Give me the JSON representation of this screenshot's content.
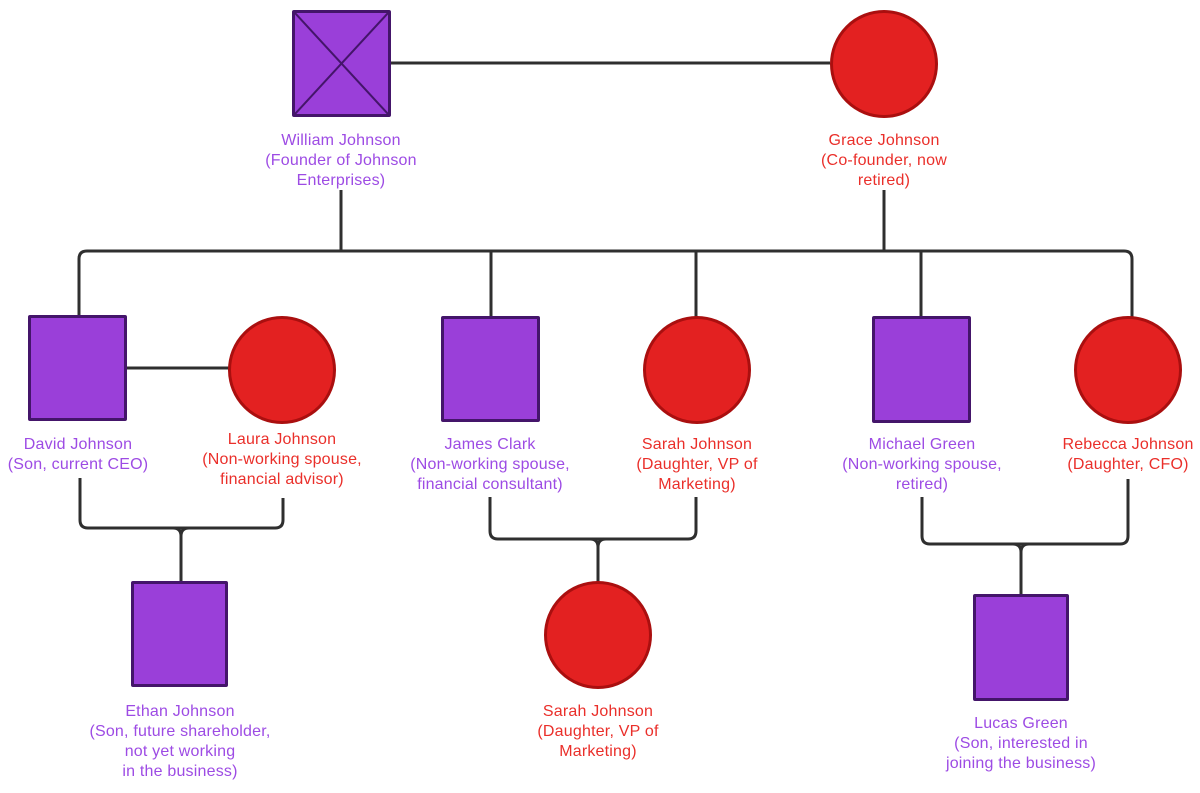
{
  "diagram": {
    "kind": "family-tree-genogram",
    "family": "Johnson",
    "colors": {
      "background": "#ffffff",
      "male_fill": "#9a3fd9",
      "male_border": "#44156a",
      "female_fill": "#e32121",
      "female_border": "#aa0f0f",
      "male_text": "#9d4be4",
      "female_text": "#ea2f2a",
      "line": "#2f2f2f"
    },
    "notation": {
      "square": "male (purple)",
      "circle": "female (red)",
      "crossed_square": "deceased"
    },
    "nodes": {
      "william": {
        "shape": "square",
        "deceased": true,
        "label": [
          "William Johnson",
          "(Founder of Johnson",
          "Enterprises)"
        ]
      },
      "grace": {
        "shape": "circle",
        "label": [
          "Grace Johnson",
          "(Co-founder, now",
          "retired)"
        ]
      },
      "david": {
        "shape": "square",
        "label": [
          "David Johnson",
          "(Son, current CEO)"
        ]
      },
      "laura": {
        "shape": "circle",
        "label": [
          "Laura Johnson",
          "(Non-working spouse,",
          "financial advisor)"
        ]
      },
      "james": {
        "shape": "square",
        "label": [
          "James Clark",
          "(Non-working spouse,",
          "financial consultant)"
        ]
      },
      "sarah": {
        "shape": "circle",
        "label": [
          "Sarah Johnson",
          "(Daughter, VP of",
          "Marketing)"
        ]
      },
      "michael": {
        "shape": "square",
        "label": [
          "Michael Green",
          "(Non-working spouse,",
          "retired)"
        ]
      },
      "rebecca": {
        "shape": "circle",
        "label": [
          "Rebecca Johnson",
          "(Daughter, CFO)"
        ]
      },
      "ethan": {
        "shape": "square",
        "label": [
          "Ethan Johnson",
          "(Son, future shareholder,",
          "not yet working",
          "in the business)"
        ]
      },
      "sarah_child": {
        "shape": "circle",
        "label": [
          "Sarah Johnson",
          "(Daughter, VP of",
          "Marketing)"
        ]
      },
      "lucas": {
        "shape": "square",
        "label": [
          "Lucas Green",
          "(Son, interested in",
          "joining the business)"
        ]
      }
    },
    "unions": [
      {
        "partners": [
          "william",
          "grace"
        ],
        "children_connected": [
          "david",
          "james",
          "sarah",
          "michael",
          "rebecca"
        ]
      },
      {
        "partners": [
          "david",
          "laura"
        ],
        "children_connected": [
          "ethan"
        ]
      },
      {
        "partners": [
          "james",
          "sarah"
        ],
        "children_connected": [
          "sarah_child"
        ]
      },
      {
        "partners": [
          "michael",
          "rebecca"
        ],
        "children_connected": [
          "lucas"
        ]
      }
    ]
  }
}
